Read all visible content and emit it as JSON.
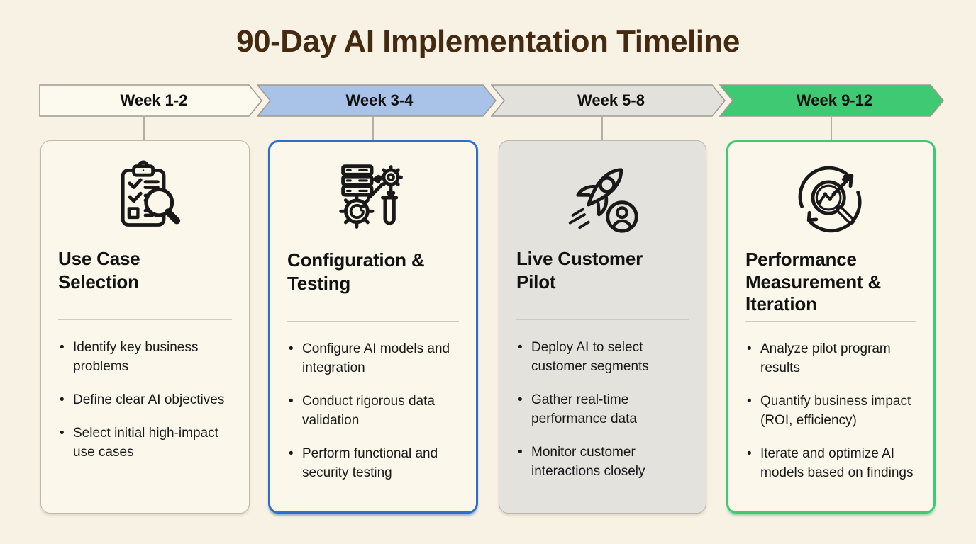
{
  "title": "90-Day AI Implementation Timeline",
  "accent_colors": {
    "background": "#f8f2e4",
    "title_text": "#452a12",
    "phase1_arrow": "#fcf9ee",
    "phase2_arrow": "#a8c3e7",
    "phase3_arrow": "#e3e1dc",
    "phase4_arrow": "#3fc973",
    "card2_border": "#2d6fd1",
    "card4_border": "#3ec973",
    "arrow_outline": "#9e9a92"
  },
  "phases": [
    {
      "week": "Week 1-2",
      "title": "Use Case Selection",
      "icon": "clipboard-checklist-magnifier-icon",
      "bullets": [
        "Identify key business problems",
        "Define clear AI objectives",
        "Select initial high-impact use cases"
      ]
    },
    {
      "week": "Week 3-4",
      "title": "Configuration & Testing",
      "icon": "server-gears-testtube-icon",
      "bullets": [
        "Configure AI models and integration",
        "Conduct rigorous data validation",
        "Perform functional and security testing"
      ]
    },
    {
      "week": "Week 5-8",
      "title": "Live Customer Pilot",
      "icon": "rocket-customer-icon",
      "bullets": [
        "Deploy AI to select customer segments",
        "Gather real-time performance data",
        "Monitor customer interactions closely"
      ]
    },
    {
      "week": "Week 9-12",
      "title": "Performance Measurement & Iteration",
      "icon": "cycle-chart-magnifier-icon",
      "bullets": [
        "Analyze pilot program results",
        "Quantify business impact (ROI, efficiency)",
        "Iterate and optimize AI models based on findings"
      ]
    }
  ]
}
